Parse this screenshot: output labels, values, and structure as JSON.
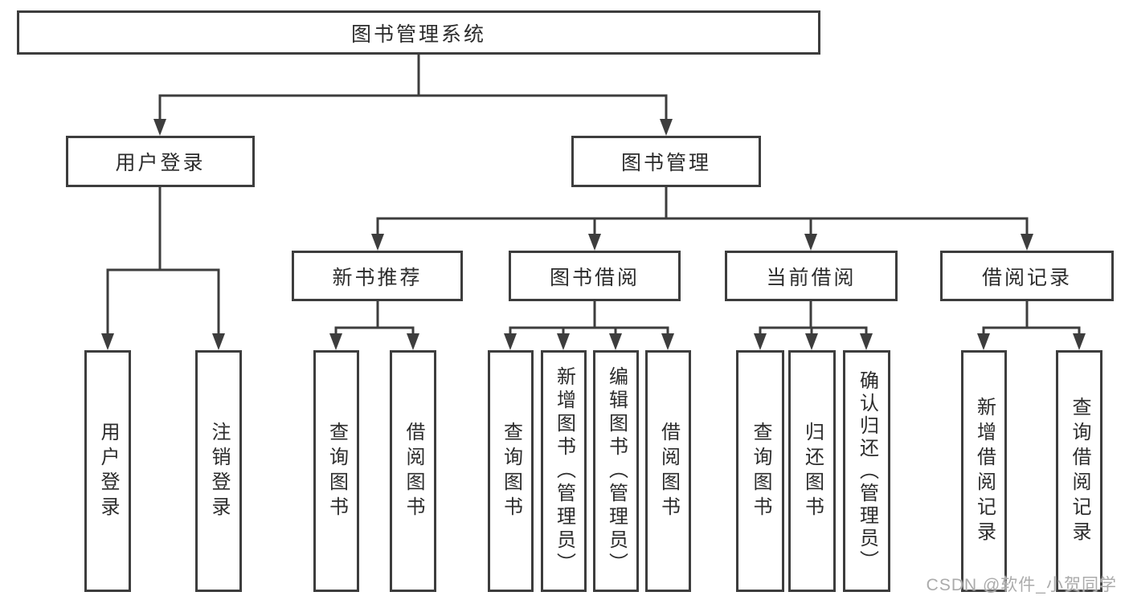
{
  "diagram_type": "hierarchy-tree",
  "nodes": {
    "root": "图书管理系统",
    "user_login": "用户登录",
    "book_management": "图书管理",
    "new_book_recommend": "新书推荐",
    "book_borrowing": "图书借阅",
    "current_borrowing": "当前借阅",
    "borrowing_records": "借阅记录",
    "leaves": {
      "user_login": [
        "用户登录",
        "注销登录"
      ],
      "new_book_recommend": [
        "查询图书",
        "借阅图书"
      ],
      "book_borrowing": [
        "查询图书",
        "新增图书（管理员）",
        "编辑图书（管理员）",
        "借阅图书"
      ],
      "current_borrowing": [
        "查询图书",
        "归还图书",
        "确认归还（管理员）"
      ],
      "borrowing_records": [
        "新增借阅记录",
        "查询借阅记录"
      ]
    }
  },
  "watermark": "CSDN @软件_小贺同学",
  "colors": {
    "line": "#3d3d3d",
    "text": "#2c2c2c",
    "watermark": "#ababab",
    "background": "#ffffff"
  }
}
